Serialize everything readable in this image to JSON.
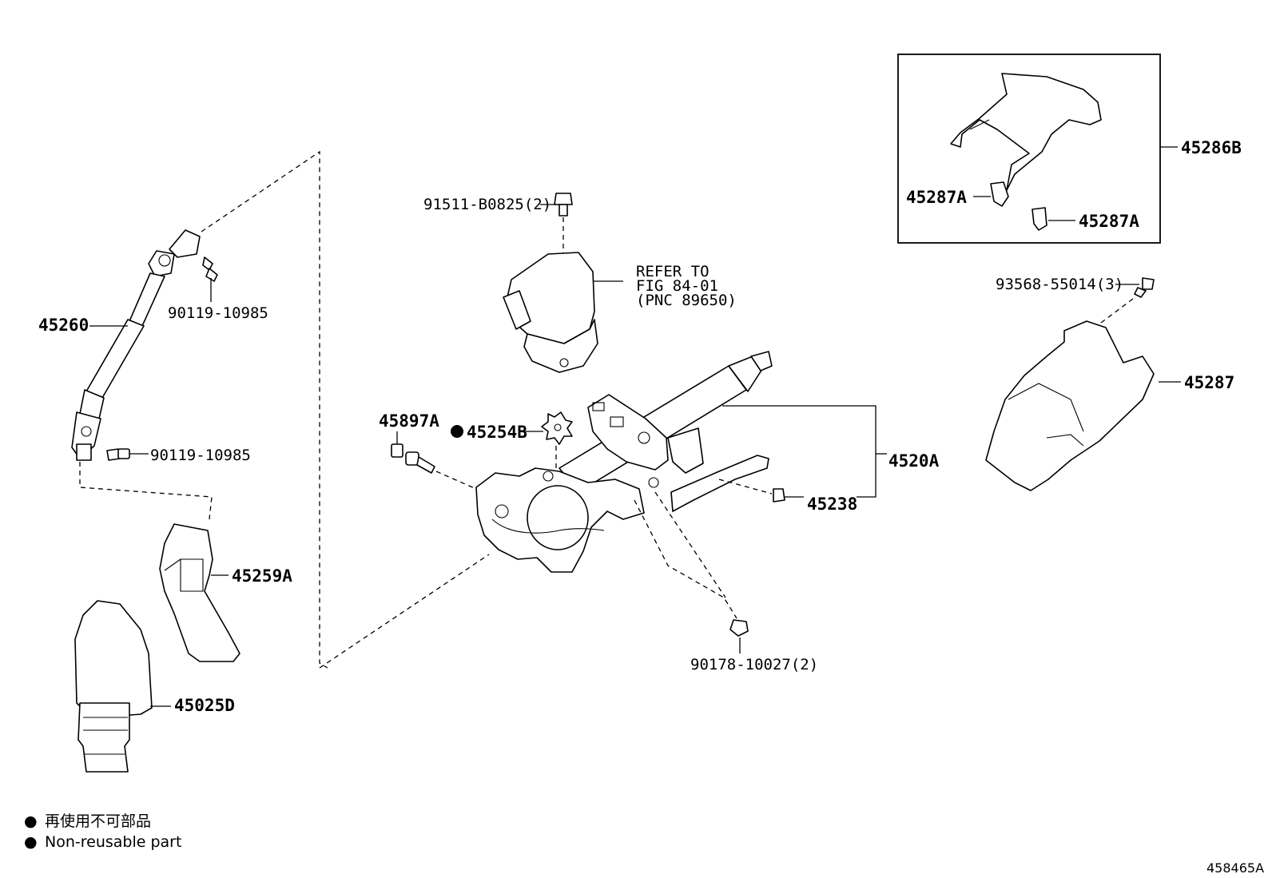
{
  "labels": {
    "p45260": "45260",
    "p90119a": "90119-10985",
    "p90119b": "90119-10985",
    "p45259A": "45259A",
    "p45025D": "45025D",
    "p91511": "91511-B0825(2)",
    "refer1": "REFER TO",
    "refer2": "FIG 84-01",
    "refer3": "(PNC 89650)",
    "p45897A": "45897A",
    "p45254B": "45254B",
    "p4520A": "4520A",
    "p45238": "45238",
    "p90178": "90178-10027(2)",
    "p45286B": "45286B",
    "p45287Aa": "45287A",
    "p45287Ab": "45287A",
    "p93568": "93568-55014(3)",
    "p45287": "45287"
  },
  "legend": {
    "bullet": "●",
    "japanese": "再使用不可部品",
    "english": "Non-reusable part"
  },
  "figure_id": "458465A"
}
